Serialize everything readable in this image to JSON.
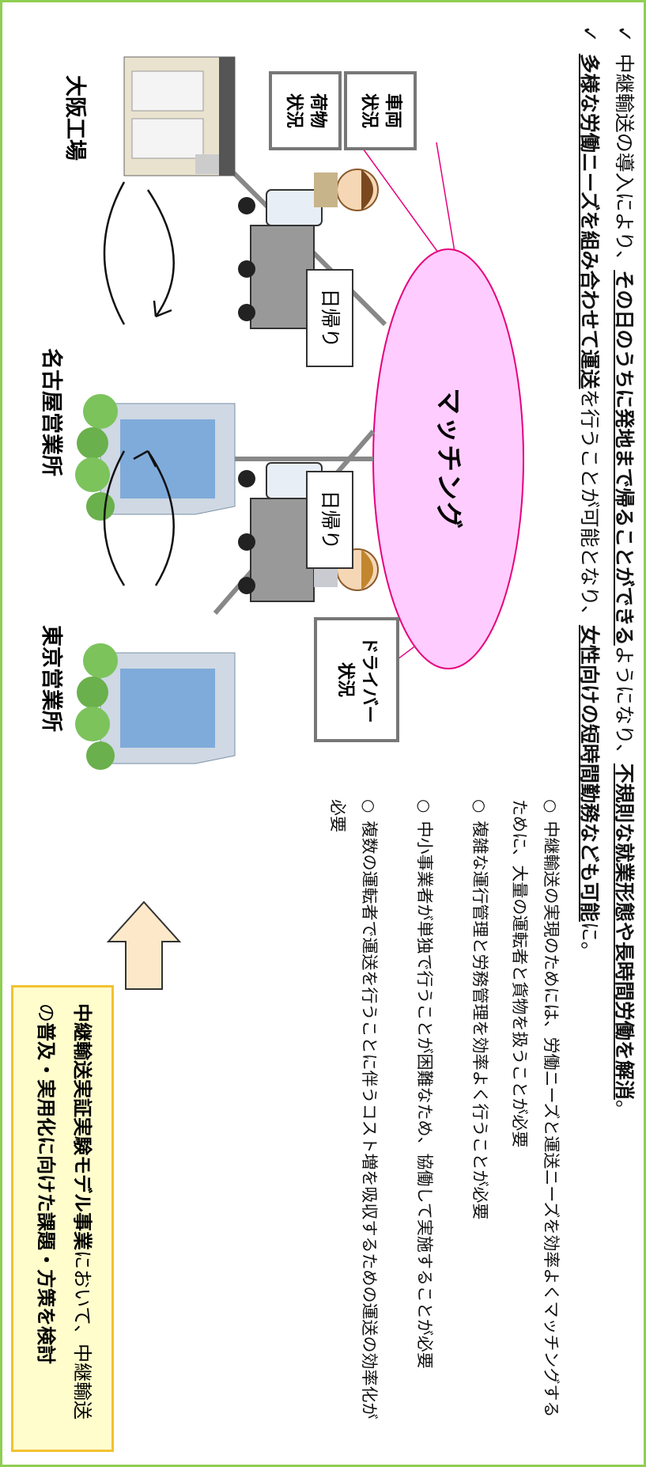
{
  "summary": {
    "line1": {
      "pre": "中継輸送の導入により、",
      "u1": "その日のうちに発地まで帰ることができる",
      "mid": "ようになり、",
      "u2": "不規則な就業形態や長時間労働を解消",
      "post": "。"
    },
    "line2": {
      "u1": "多様な労働ニーズを組み合わせて運送",
      "mid": "を行うことが可能となり、",
      "u2": "女性向けの短時間勤務なども可能",
      "post": "に。"
    }
  },
  "diagram": {
    "matching": "マッチング",
    "status_boxes": [
      "車両\n状況",
      "荷物\n状況",
      "ドライバー\n状況"
    ],
    "trip_labels": [
      "日帰り",
      "日帰り"
    ],
    "locations": [
      "大阪工場",
      "名古屋営業所",
      "東京営業所"
    ],
    "line_color": "#e6007e",
    "ellipse_fill": "#ffccff"
  },
  "requirements": [
    "中継輸送の実現のためには、労働ニーズと運送ニーズを効率よくマッチングするために、大量の運転者と貨物を扱うことが必要",
    "複雑な運行管理と労務管理を効率よく行うことが必要",
    "中小事業者が単独で行うことが困難なため、協働して実施することが必要",
    "複数の運転者で運送を行うことに伴うコスト増を吸収するための運送の効率化が必要"
  ],
  "conclusion": {
    "bold1": "中継輸送実証実験モデル事業",
    "normal": "において、中継輸送の",
    "bold2": "普及・実用化に向けた課題・方策を検討"
  }
}
